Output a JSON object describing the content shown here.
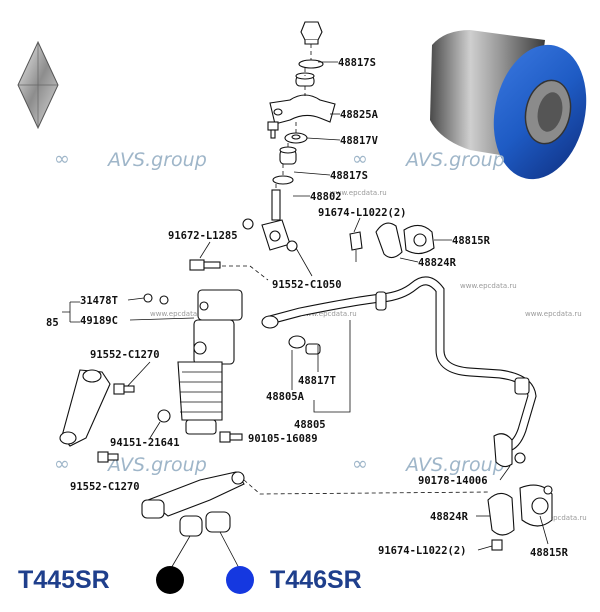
{
  "watermarks": [
    "AVS.group",
    "AVS.group",
    "AVS.group",
    "AVS.group"
  ],
  "site_marks": [
    "www.epcdata.ru",
    "www.epcdata.ru",
    "www.epcdata.ru",
    "www.epcdata.ru",
    "www.epcdata.ru",
    "www.epcdata.ru"
  ],
  "part_labels": {
    "p48817s_top": "48817S",
    "p48825a": "48825A",
    "p48817v": "48817V",
    "p48817s_mid": "48817S",
    "p48802": "48802",
    "p91674_top": "91674-L1022(2)",
    "p48815r_top": "48815R",
    "p91672": "91672-L1285",
    "p48824r_top": "48824R",
    "p91552_c1050": "91552-C1050",
    "p31478t": "31478T",
    "p49189c": "49189C",
    "p85": "85",
    "p91552_c1270_a": "91552-C1270",
    "p48817t": "48817T",
    "p48805a": "48805A",
    "p48805": "48805",
    "p94151": "94151-21641",
    "p90105": "90105-16089",
    "p91552_c1270_b": "91552-C1270",
    "p90178": "90178-14006",
    "p48824r_bot": "48824R",
    "p91674_bot": "91674-L1022(2)",
    "p48815r_bot": "48815R"
  },
  "legend": {
    "code_black": "T445SR",
    "code_blue": "T446SR",
    "black_color": "#000000",
    "blue_color": "#1538e0"
  },
  "colors": {
    "text_blue": "#1f3f8c",
    "watermark": "#9fb6c9",
    "bushing_blue": "#1e5bc4",
    "bushing_metal": "#8a8a8a"
  },
  "icons": [
    "logo-diamond-icon",
    "infinity-icon"
  ]
}
